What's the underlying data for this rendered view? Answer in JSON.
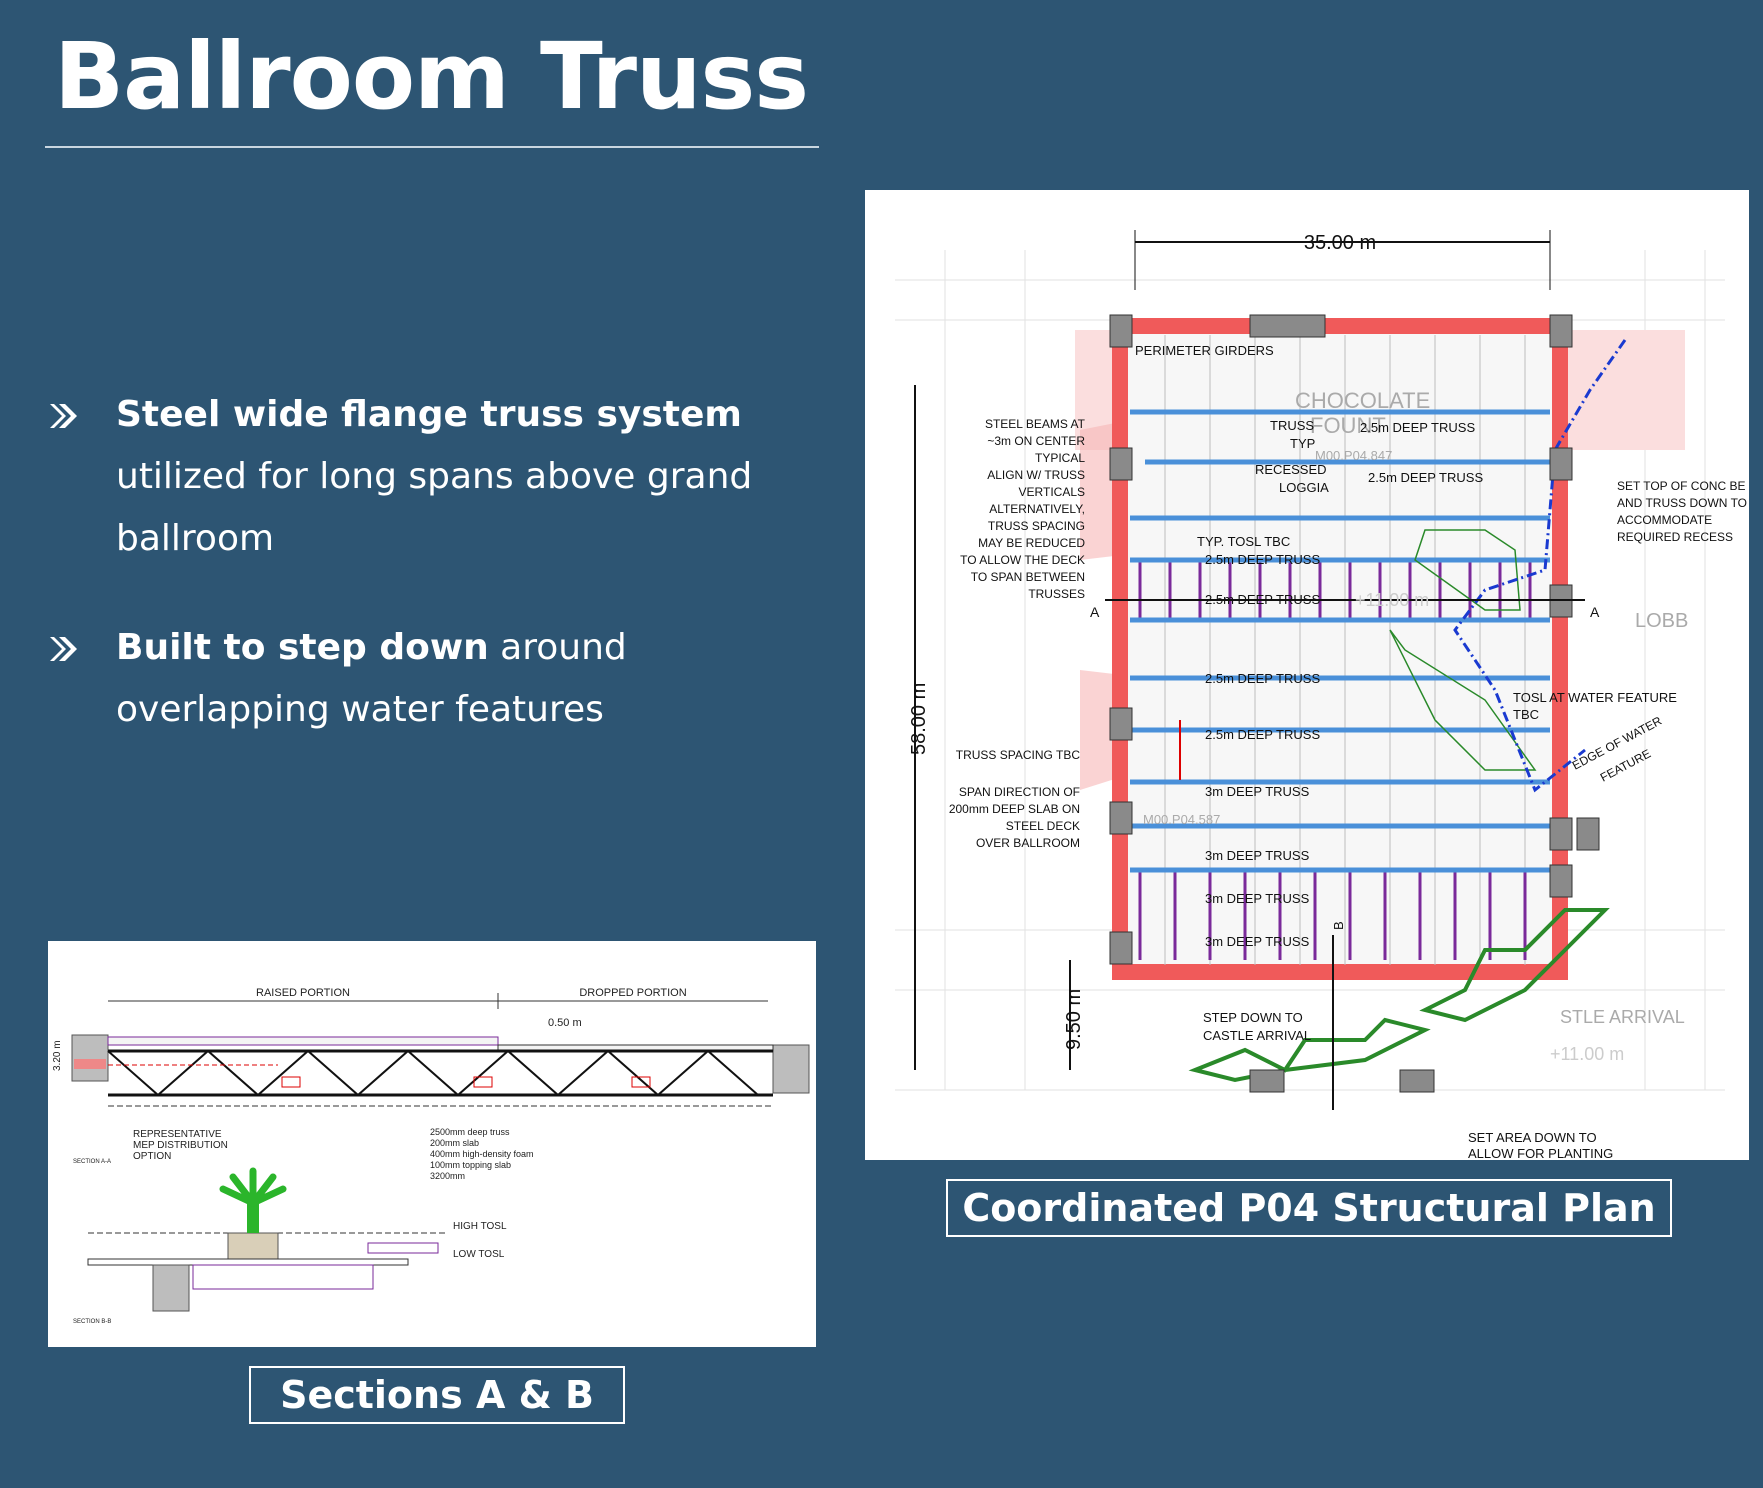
{
  "slide": {
    "title": "Ballroom Truss",
    "bullets": [
      {
        "bold": "Steel wide flange truss system",
        "rest": " utilized for long spans above grand ballroom"
      },
      {
        "bold": "Built to step down",
        "rest": " around overlapping water features"
      }
    ],
    "colors": {
      "background": "#2d5573",
      "text": "#ffffff",
      "plan_red": "#f05a5a",
      "plan_blue": "#4a90d9",
      "plan_purple": "#7a2a9a",
      "plan_green": "#2a8a2a"
    }
  },
  "sections": {
    "caption": "Sections A & B",
    "raised_portion": "RAISED PORTION",
    "dropped_portion": "DROPPED PORTION",
    "dim_drop": "0.50 m",
    "dim_height": "3.20 m",
    "mep_note": [
      "REPRESENTATIVE",
      "MEP DISTRIBUTION",
      "OPTION"
    ],
    "truss_note": [
      "2500mm deep truss",
      "200mm slab",
      "400mm high-density foam",
      "100mm topping slab",
      "3200mm"
    ],
    "section_a_label": "SECTION A-A",
    "section_b_label": "SECTION B-B",
    "high_tosl": "HIGH TOSL",
    "low_tosl": "LOW TOSL"
  },
  "plan": {
    "caption": "Coordinated P04 Structural Plan",
    "dim_width": "35.00 m",
    "dim_length": "58.00 m",
    "dim_step": "9.50 m",
    "perimeter_girders": "PERIMETER GIRDERS",
    "chocolate": [
      "CHOCOLATE",
      "FOUNT"
    ],
    "ref_1": "M00.P04.847",
    "ref_2": "M00.P04.587",
    "lobby": "LOBB",
    "arrival": "STLE ARRIVAL",
    "level_1": "+11.00 m",
    "level_2": "+11.00 m",
    "left_notes": [
      {
        "lines": [
          "STEEL BEAMS AT",
          "~3m ON CENTER",
          "TYPICAL",
          "ALIGN W/ TRUSS",
          "VERTICALS",
          "ALTERNATIVELY,",
          "TRUSS SPACING",
          "MAY BE REDUCED",
          "TO ALLOW THE DECK",
          "TO SPAN BETWEEN",
          "TRUSSES"
        ]
      },
      {
        "lines": [
          "TRUSS SPACING TBC"
        ]
      },
      {
        "lines": [
          "SPAN DIRECTION OF",
          "200mm DEEP SLAB ON",
          "STEEL DECK",
          "OVER BALLROOM"
        ]
      }
    ],
    "truss_note": [
      "TRUSS",
      "TYP"
    ],
    "recessed_note": [
      "RECESSED",
      "LOGGIA"
    ],
    "tosl_note": "TYP. TOSL TBC",
    "right_note": [
      "SET TOP OF CONC BE",
      "AND TRUSS DOWN TO",
      "ACCOMMODATE",
      "REQUIRED RECESS"
    ],
    "water_note": [
      "TOSL AT WATER FEATURE",
      "TBC"
    ],
    "edge_note": [
      "EDGE OF WATER",
      "FEATURE"
    ],
    "step_note": [
      "STEP DOWN TO",
      "CASTLE ARRIVAL"
    ],
    "planting_note": [
      "SET AREA DOWN TO",
      "ALLOW FOR PLANTING"
    ],
    "section_a": "A",
    "section_b": "B",
    "truss_labels": [
      "2.5m DEEP TRUSS",
      "2.5m DEEP TRUSS",
      "2.5m DEEP TRUSS",
      "2.5m DEEP TRUSS",
      "2.5m DEEP TRUSS",
      "2.5m DEEP TRUSS",
      "3m DEEP TRUSS",
      "3m DEEP TRUSS",
      "3m DEEP TRUSS",
      "3m DEEP TRUSS"
    ]
  }
}
